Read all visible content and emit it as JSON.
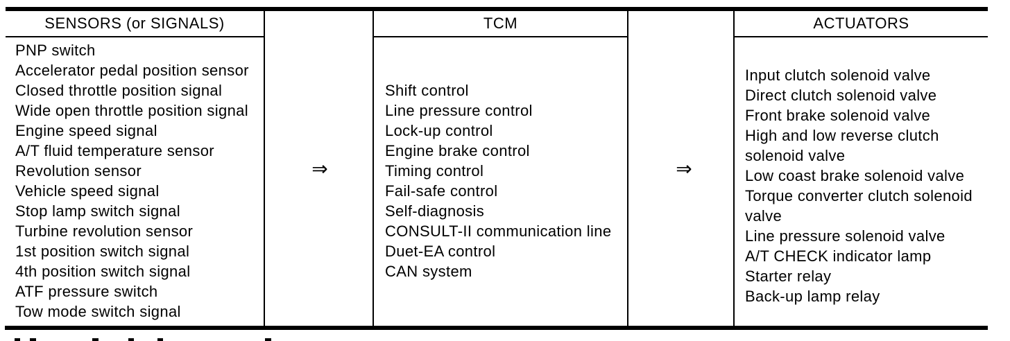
{
  "diagram": {
    "description_colors": {
      "text": "#000000",
      "border": "#000000",
      "background": "#ffffff"
    },
    "flow_arrow": "⇒",
    "columns": [
      {
        "id": "sensors",
        "header": "SENSORS (or SIGNALS)",
        "items": [
          "PNP switch",
          "Accelerator pedal position sensor",
          "Closed throttle position signal",
          "Wide open throttle position signal",
          "Engine speed signal",
          "A/T fluid temperature sensor",
          "Revolution sensor",
          "Vehicle speed signal",
          "Stop lamp switch signal",
          "Turbine revolution sensor",
          "1st position switch signal",
          "4th position switch signal",
          "ATF pressure switch",
          "Tow mode switch signal"
        ]
      },
      {
        "id": "tcm",
        "header": "TCM",
        "items": [
          "Shift control",
          "Line pressure control",
          "Lock-up control",
          "Engine brake control",
          "Timing control",
          "Fail-safe control",
          "Self-diagnosis",
          "CONSULT-II communication line",
          "Duet-EA control",
          "CAN system"
        ]
      },
      {
        "id": "actuators",
        "header": "ACTUATORS",
        "items": [
          "Input clutch solenoid valve",
          "Direct clutch solenoid valve",
          "Front brake solenoid valve",
          "High and low reverse clutch solenoid valve",
          "Low coast brake solenoid valve",
          "Torque converter clutch solenoid valve",
          "Line pressure solenoid valve",
          "A/T CHECK indicator lamp",
          "Starter relay",
          "Back-up lamp relay"
        ]
      }
    ]
  }
}
